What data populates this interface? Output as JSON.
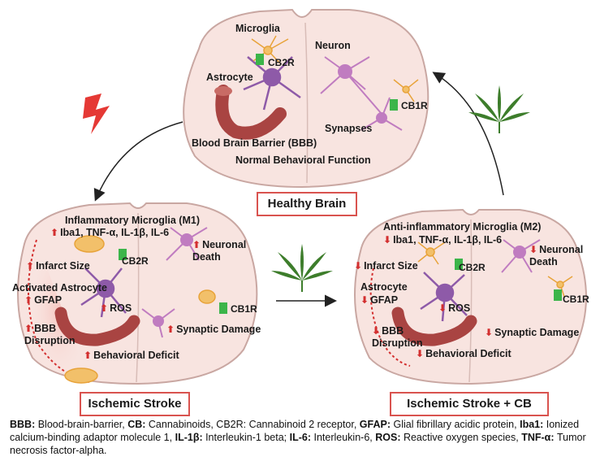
{
  "healthy": {
    "title": "Healthy Brain",
    "microglia": "Microglia",
    "neuron": "Neuron",
    "cb2r": "CB2R",
    "astrocyte": "Astrocyte",
    "cb1r": "CB1R",
    "synapses": "Synapses",
    "bbb": "Blood Brain Barrier (BBB)",
    "behavior": "Normal Behavioral Function"
  },
  "stroke": {
    "title": "Ischemic Stroke",
    "microglia": "Inflammatory Microglia (M1)",
    "markers": "Iba1, TNF-α, IL-1β, IL-6",
    "neuronal_death": "Neuronal\nDeath",
    "infarct": "Infarct Size",
    "cb2r": "CB2R",
    "astrocyte": "Activated Astrocyte",
    "gfap": "GFAP",
    "ros": "ROS",
    "cb1r": "CB1R",
    "bbb": "BBB\nDisruption",
    "synaptic": "Synaptic Damage",
    "behavior": "Behavioral Deficit"
  },
  "treated": {
    "title": "Ischemic Stroke + CB",
    "microglia": "Anti-inflammatory Microglia (M2)",
    "markers": "Iba1, TNF-α, IL-1β, IL-6",
    "neuronal_death": "Neuronal\nDeath",
    "infarct": "Infarct Size",
    "cb2r": "CB2R",
    "astrocyte": "Astrocyte",
    "gfap": "GFAP",
    "ros": "ROS",
    "cb1r": "CB1R",
    "bbb": "BBB\nDisruption",
    "synaptic": "Synaptic Damage",
    "behavior": "Behavioral Deficit"
  },
  "legend": [
    {
      "term": "BBB:",
      "def": " Blood-brain-barrier, "
    },
    {
      "term": "CB:",
      "def": " Cannabinoids, CB2R: Cannabinoid 2 receptor, "
    },
    {
      "term": "GFAP:",
      "def": " Glial fibrillary acidic protein, "
    },
    {
      "term": "Iba1:",
      "def": " Ionized calcium-binding adaptor molecule 1, "
    },
    {
      "term": "IL-1β:",
      "def": " Interleukin-1 beta; "
    },
    {
      "term": "IL-6:",
      "def": " Interleukin-6, "
    },
    {
      "term": "ROS:",
      "def": " Reactive oxygen species, "
    },
    {
      "term": "TNF-α:",
      "def": " Tumor necrosis factor-alpha."
    }
  ],
  "colors": {
    "brain_fill": "#f8e4e0",
    "brain_stroke": "#c9a7a2",
    "vessel": "#a94442",
    "neuron": "#8e5aa8",
    "neuron_light": "#c07cc0",
    "microglia": "#e8a33a",
    "receptor": "#3cb54a",
    "accent_red": "#d32f2f",
    "leaf": "#3d7d2b"
  }
}
